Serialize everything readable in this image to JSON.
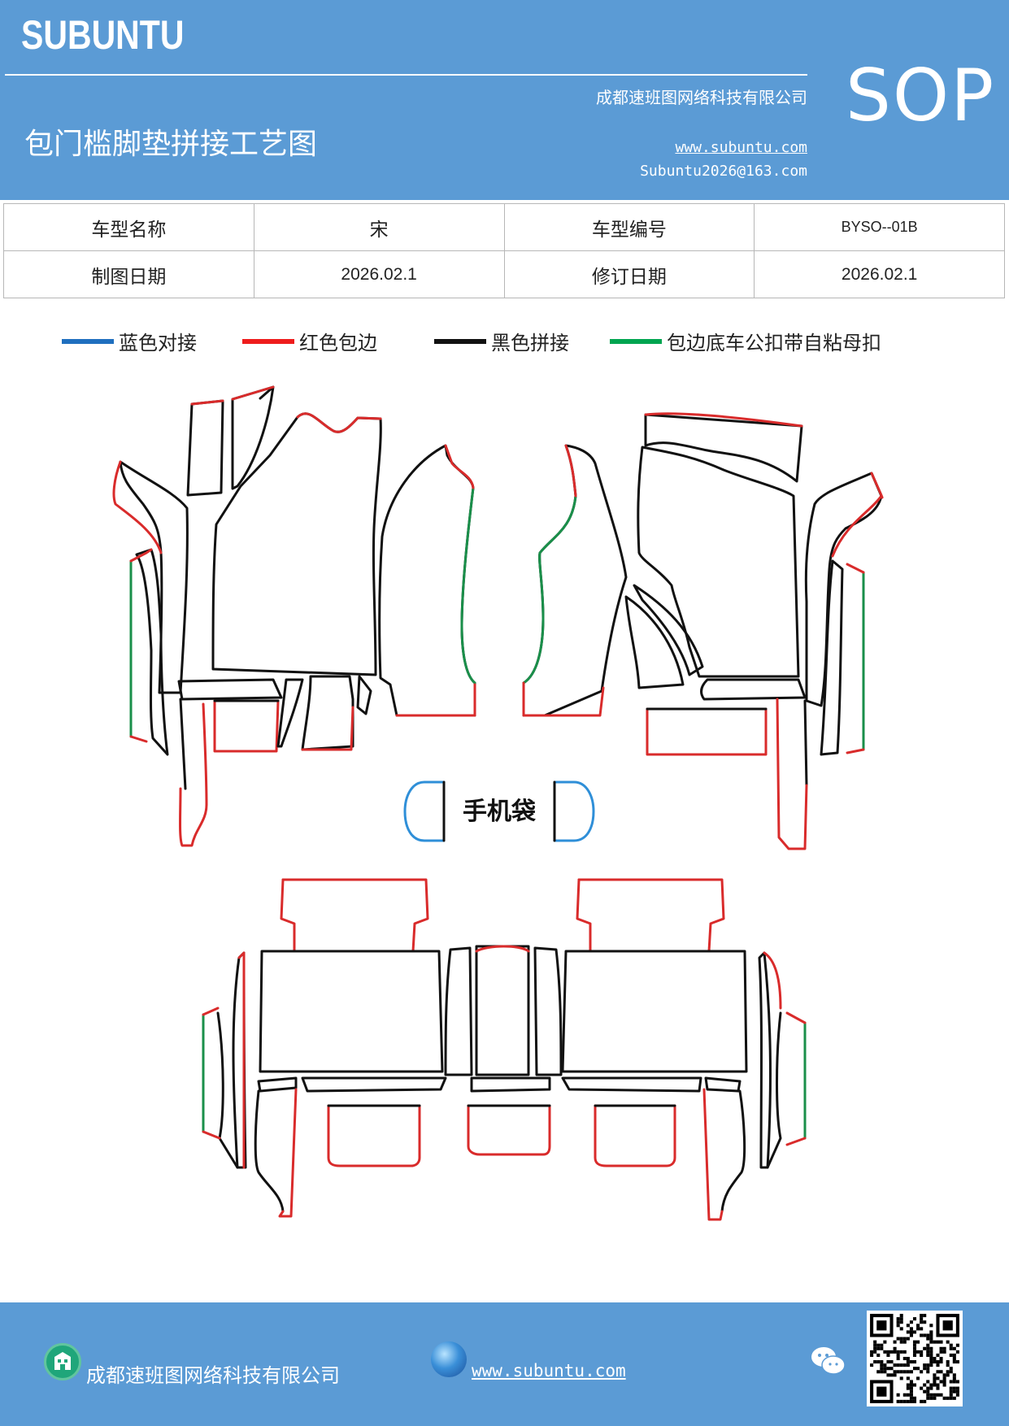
{
  "header": {
    "brand": "SUBUNTU",
    "company": "成都速班图网络科技有限公司",
    "title": "包门槛脚垫拼接工艺图",
    "website": "www.subuntu.com",
    "email": "Subuntu2026@163.com",
    "badge": "SOP"
  },
  "info_table": {
    "rows": [
      {
        "label1": "车型名称",
        "value1": "宋",
        "label2": "车型编号",
        "value2": "BYSO--01B"
      },
      {
        "label1": "制图日期",
        "value1": "2026.02.1",
        "label2": "修订日期",
        "value2": "2026.02.1"
      }
    ]
  },
  "legend": {
    "items": [
      {
        "label": "蓝色对接",
        "color": "#1f6fbf"
      },
      {
        "label": "红色包边",
        "color": "#ee1c1c"
      },
      {
        "label": "黑色拼接",
        "color": "#111111"
      },
      {
        "label": "包边底车公扣带自粘母扣",
        "color": "#00a550"
      }
    ]
  },
  "drawing": {
    "phone_pocket_label": "手机袋",
    "colors": {
      "black": "#111111",
      "red": "#d92b2b",
      "green": "#1a8f4a",
      "blue": "#2f8fd8"
    }
  },
  "footer": {
    "company": "成都速班图网络科技有限公司",
    "website": "www.subuntu.com",
    "icons": [
      "building-icon",
      "globe-icon",
      "wechat-icon",
      "qr-code"
    ]
  }
}
